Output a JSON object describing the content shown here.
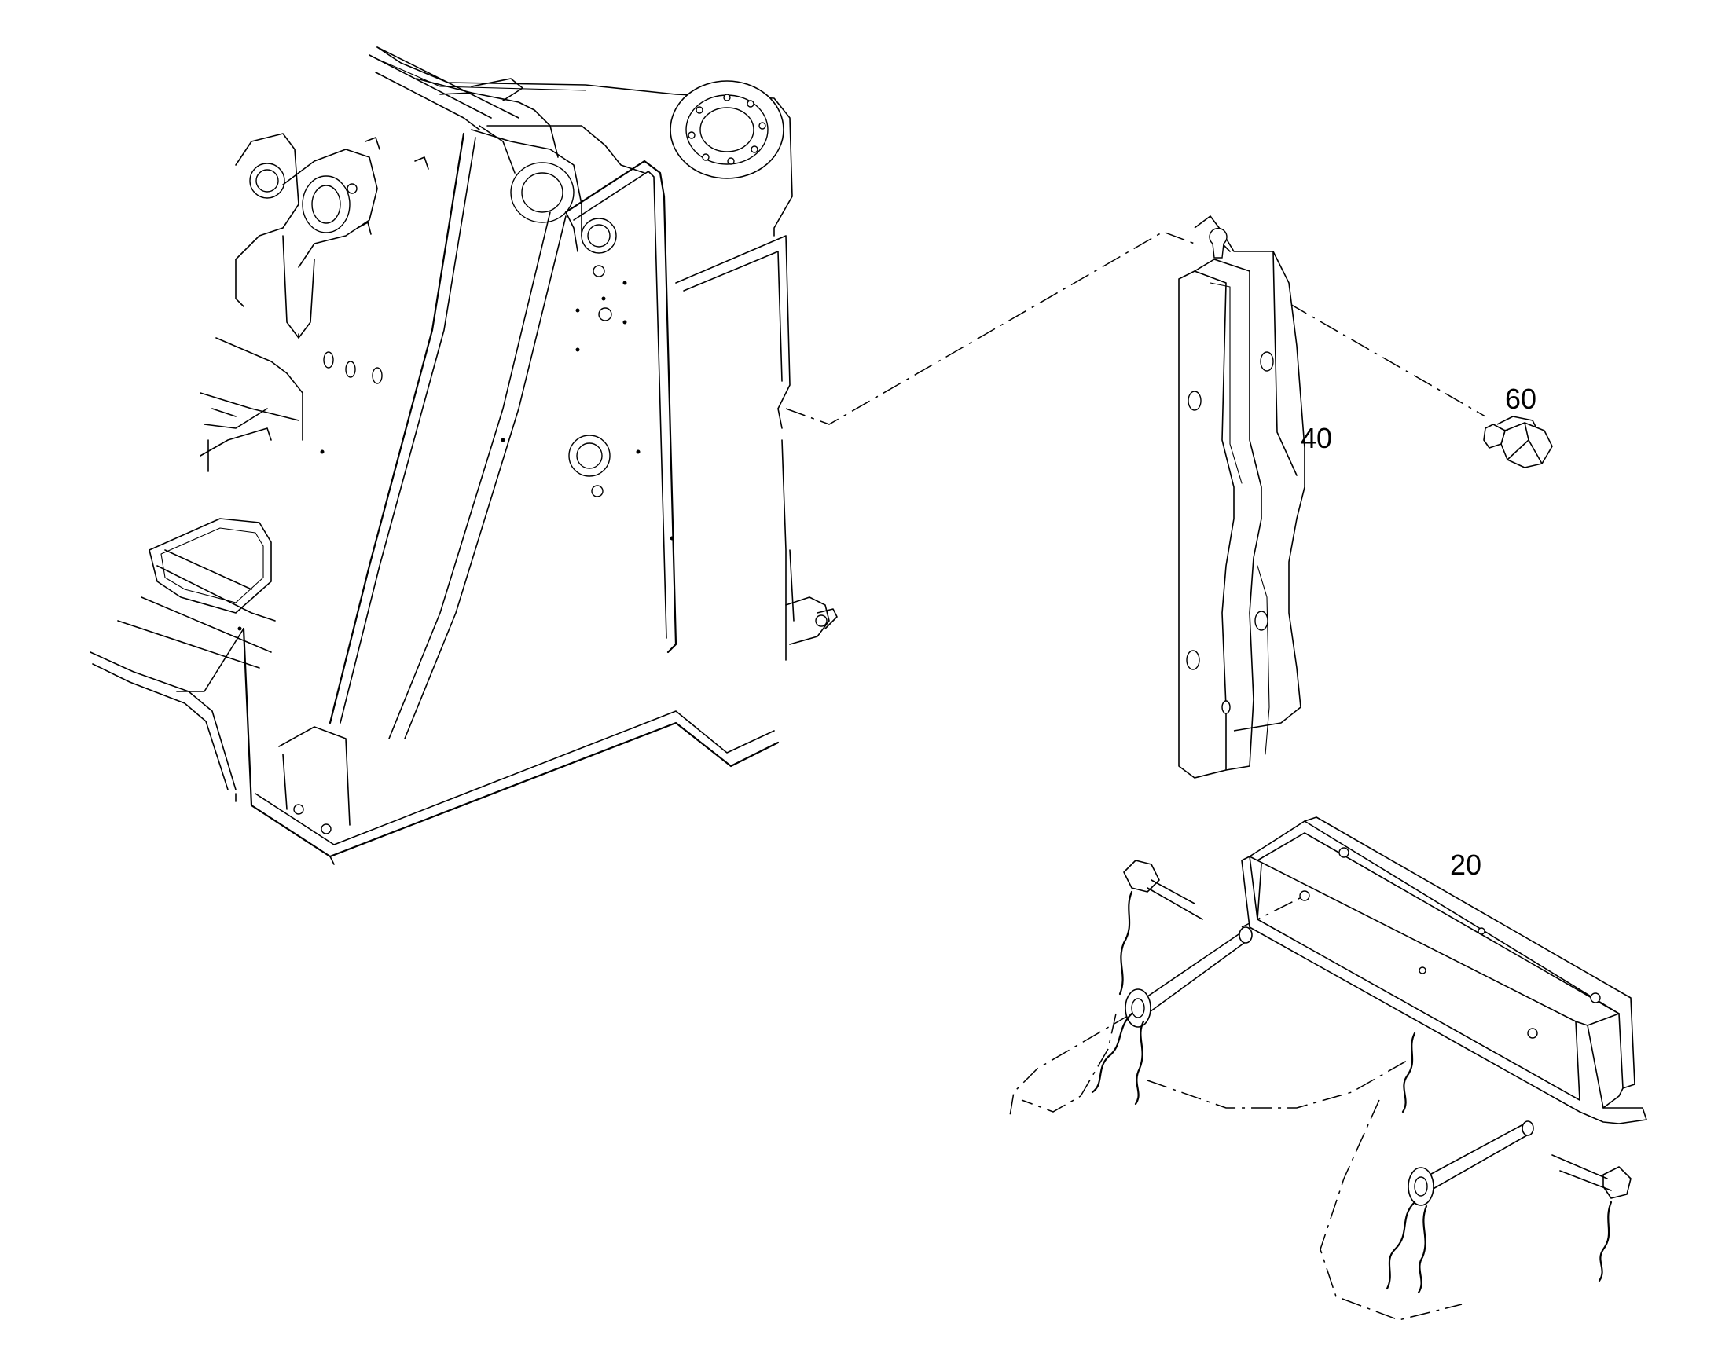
{
  "callouts": {
    "item_20": "20",
    "item_40": "40",
    "item_60": "60"
  },
  "colors": {
    "line": "#000000",
    "background": "#ffffff"
  }
}
